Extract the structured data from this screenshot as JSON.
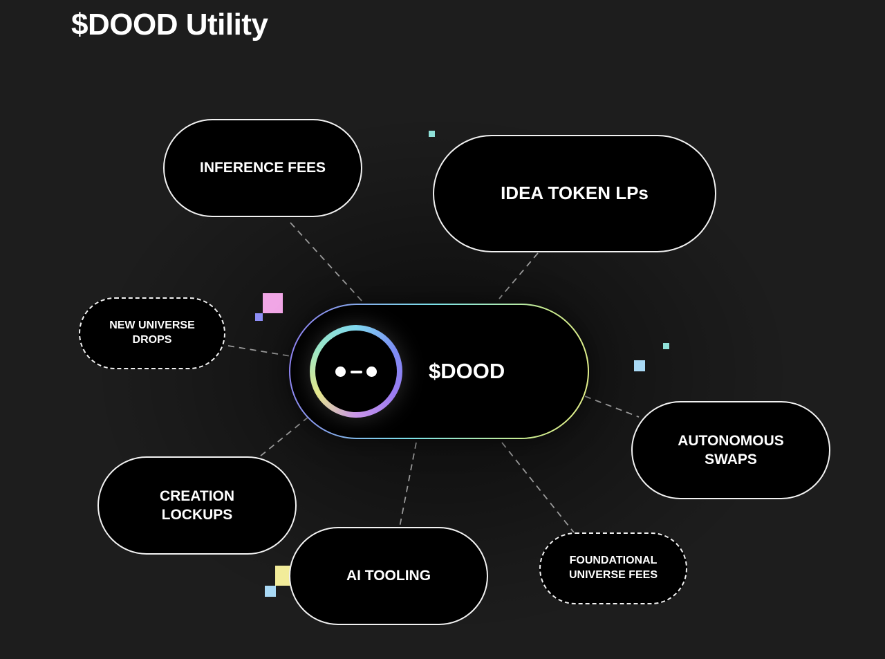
{
  "title": "$DOOD Utility",
  "hub": {
    "label": "$DOOD",
    "ring_colors": [
      "#80d8ef",
      "#7c8ef5",
      "#9b7bf2",
      "#c995e9",
      "#e4e78b",
      "#9be7c7"
    ]
  },
  "nodes": {
    "inference_fees": {
      "lines": [
        "INFERENCE FEES"
      ],
      "style": "solid"
    },
    "idea_token_lps": {
      "lines": [
        "IDEA TOKEN LPs"
      ],
      "style": "solid"
    },
    "new_universe_drops": {
      "lines": [
        "NEW UNIVERSE",
        "DROPS"
      ],
      "style": "dashed"
    },
    "autonomous_swaps": {
      "lines": [
        "AUTONOMOUS",
        "SWAPS"
      ],
      "style": "solid"
    },
    "creation_lockups": {
      "lines": [
        "CREATION",
        "LOCKUPS"
      ],
      "style": "solid"
    },
    "ai_tooling": {
      "lines": [
        "AI TOOLING"
      ],
      "style": "solid"
    },
    "foundational_universe_fees": {
      "lines": [
        "FOUNDATIONAL",
        "UNIVERSE FEES"
      ],
      "style": "dashed"
    }
  },
  "colors": {
    "background": "#1d1d1d",
    "node_fill": "#000000",
    "node_border": "#f2f2f2",
    "connector": "#9a9a9a",
    "accent_pink": "#f1a6e6",
    "accent_blue": "#a9d9f5",
    "accent_teal": "#8fe0d8",
    "accent_yellow": "#f2ec9a",
    "accent_violet": "#8d8df5"
  }
}
